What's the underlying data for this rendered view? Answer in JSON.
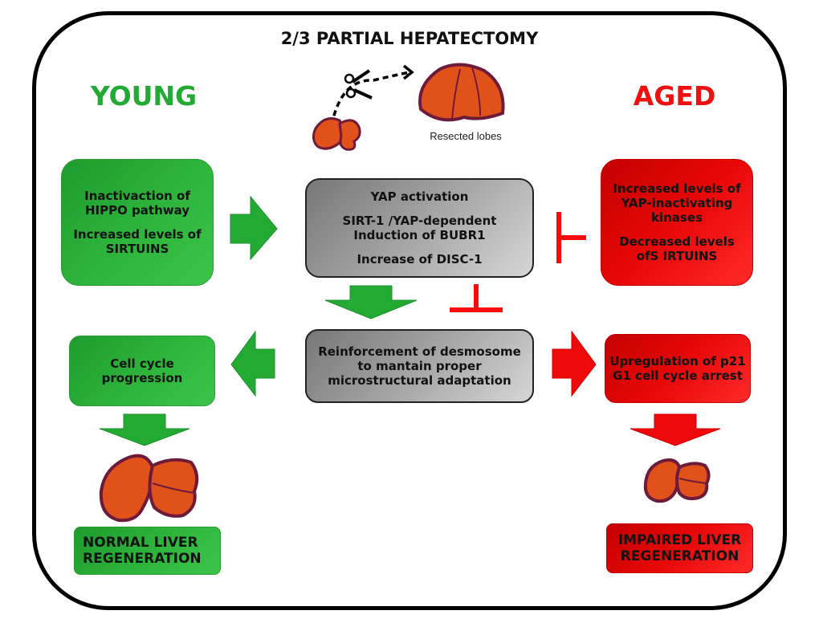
{
  "title": "2/3 PARTIAL HEPATECTOMY",
  "resected_label": "Resected lobes",
  "young": {
    "label": "YOUNG",
    "color": "#22aa33",
    "top_box": {
      "lines_a": [
        "Inactivaction of",
        "HIPPO pathway"
      ],
      "lines_b": [
        "Increased levels of",
        "SIRTUINS"
      ]
    },
    "mid_box": {
      "lines": [
        "Cell cycle",
        "progression"
      ]
    },
    "outcome": {
      "lines": [
        "NORMAL LIVER",
        "REGENERATION"
      ]
    }
  },
  "aged": {
    "label": "AGED",
    "color": "#ee1111",
    "top_box": {
      "lines_a": [
        "Increased levels of",
        "YAP-inactivating",
        "kinases"
      ],
      "lines_b": [
        "Decreased levels",
        "ofS IRTUINS"
      ]
    },
    "mid_box": {
      "lines": [
        "Upregulation of p21",
        "G1 cell cycle arrest"
      ]
    },
    "outcome": {
      "lines": [
        "IMPAIRED LIVER",
        "REGENERATION"
      ]
    }
  },
  "center": {
    "top_box": {
      "line_1": "YAP activation",
      "lines_2": [
        "SIRT-1 /YAP-dependent",
        "Induction of BUBR1"
      ],
      "line_3": "Increase of DISC-1"
    },
    "bottom_box": {
      "lines": [
        "Reinforcement of desmosome",
        "to mantain proper",
        "microstructural adaptation"
      ]
    }
  },
  "colors": {
    "liver_fill": "#e0521a",
    "liver_outline": "#6e1a3a",
    "green_arrow": "#22aa33",
    "red_arrow": "#ee0a0a",
    "inhibitor": "#ff0a0a"
  }
}
